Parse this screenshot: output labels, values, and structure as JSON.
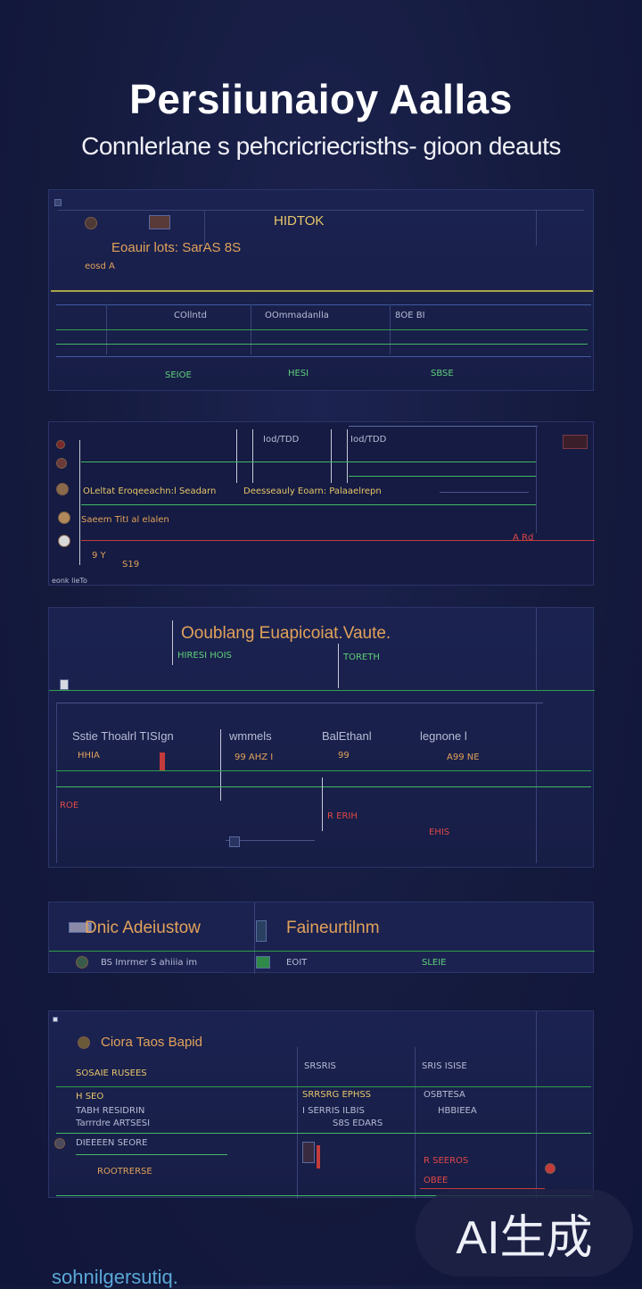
{
  "header": {
    "title": "Persiiunaioy Aallas",
    "subtitle": "Connlerlane s pehcricriecrisths- gioon deauts"
  },
  "panel1": {
    "tab_label": "HIDTOK",
    "heading": "Eoauir lots: SarAS 8S",
    "sub": "eosd A",
    "cols": [
      "COllntd",
      "OOmmadanlla",
      "8OE BI"
    ],
    "footer": [
      "SEIOE",
      "HESI",
      "SBSE"
    ]
  },
  "panel2": {
    "tab_label": "Iod/TDD",
    "rows": [
      "OLeltat Eroqeeachn:l Seadarn",
      "Deesseauly Eoarn: Palaaelrepn",
      "Saeem TitI al elalen"
    ],
    "foot_values": [
      "9 Y",
      "S19",
      "A Rd"
    ],
    "corner": "eonk lieTo"
  },
  "panel3": {
    "heading": "Ooublang Euapicoiat.Vaute.",
    "sub_left": "HIRESI HOIS",
    "sub_right": "TORETH",
    "cols": [
      "Sstie Thoalrl TISIgn",
      "wmmels",
      "BalEthanl",
      "legnone l"
    ],
    "rows1": [
      "HHIA",
      "99 AHZ I",
      "99",
      "A99 NE"
    ],
    "rows2": [
      "ROE",
      "R ERIH",
      "EHIS"
    ]
  },
  "panel4": {
    "left_label": "Dnic Adeiustow",
    "right_label": "Faineurtilnm",
    "left_sub": "BS Imrmer S ahiiia im",
    "right_sub": "EOIT",
    "far_right": "SLEIE"
  },
  "panel5": {
    "heading": "Ciora Taos Bapid",
    "col2": "SRSRIS",
    "col3": "SRIS ISISE",
    "rows_left": [
      "SOSAIE RUSEES",
      "H SEO",
      "TABH RESIDRIN",
      "Tarrrdre ARTSESI"
    ],
    "rows_mid": [
      "SRRSRG EPHSS",
      "I SERRIS ILBIS",
      "S8S EDARS"
    ],
    "rows_right": [
      "HBBIEEA",
      "OSBTESA"
    ],
    "notes": [
      "DIEEEEN SEORE",
      "ROOTRERSE",
      "R SEEROS",
      "OBEE"
    ]
  },
  "watermark": "AI生成",
  "footer": "sohnilgersutiq.",
  "colors": {
    "background": "#141a3c",
    "accent_orange": "#e2a25a",
    "accent_green": "#5fd07a",
    "accent_red": "#e04848",
    "footer_blue": "#5aa8d8"
  }
}
